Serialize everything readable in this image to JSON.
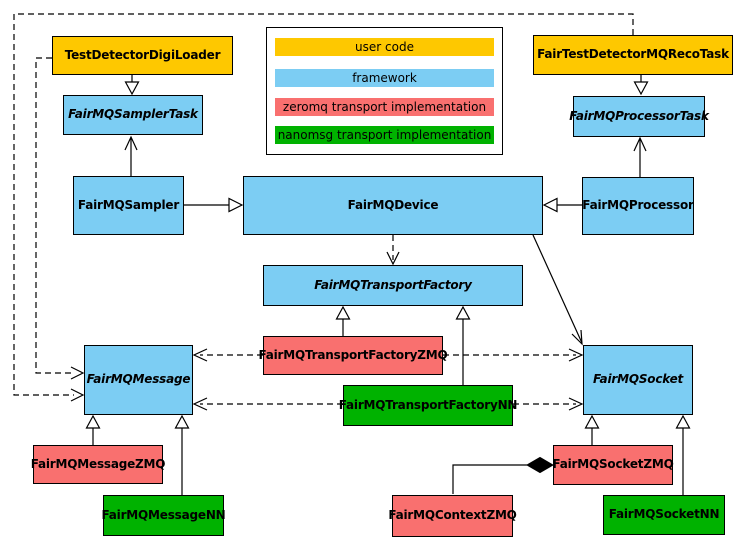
{
  "colors": {
    "user_code": "#fec800",
    "framework": "#7ccdf3",
    "zeromq": "#f9706f",
    "nanomsg": "#00b200",
    "border": "#000000",
    "background": "#ffffff"
  },
  "legend": {
    "items": [
      {
        "id": "user-code",
        "label": "user code",
        "color": "#fec800"
      },
      {
        "id": "framework",
        "label": "framework",
        "color": "#7ccdf3"
      },
      {
        "id": "zeromq",
        "label": "zeromq transport implementation",
        "color": "#f9706f"
      },
      {
        "id": "nanomsg",
        "label": "nanomsg transport implementation",
        "color": "#00b200"
      }
    ]
  },
  "nodes": {
    "digiLoader": {
      "label": "TestDetectorDigiLoader",
      "category": "user code",
      "abstract": false
    },
    "recoTask": {
      "label": "FairTestDetectorMQRecoTask",
      "category": "user code",
      "abstract": false
    },
    "samplerTask": {
      "label": "FairMQSamplerTask",
      "category": "framework",
      "abstract": true
    },
    "processorTask": {
      "label": "FairMQProcessorTask",
      "category": "framework",
      "abstract": true
    },
    "sampler": {
      "label": "FairMQSampler",
      "category": "framework",
      "abstract": false
    },
    "device": {
      "label": "FairMQDevice",
      "category": "framework",
      "abstract": false
    },
    "processor": {
      "label": "FairMQProcessor",
      "category": "framework",
      "abstract": false
    },
    "transportFactory": {
      "label": "FairMQTransportFactory",
      "category": "framework",
      "abstract": true
    },
    "message": {
      "label": "FairMQMessage",
      "category": "framework",
      "abstract": true
    },
    "socket": {
      "label": "FairMQSocket",
      "category": "framework",
      "abstract": true
    },
    "transportFactoryZMQ": {
      "label": "FairMQTransportFactoryZMQ",
      "category": "zeromq",
      "abstract": false
    },
    "transportFactoryNN": {
      "label": "FairMQTransportFactoryNN",
      "category": "nanomsg",
      "abstract": false
    },
    "messageZMQ": {
      "label": "FairMQMessageZMQ",
      "category": "zeromq",
      "abstract": false
    },
    "messageNN": {
      "label": "FairMQMessageNN",
      "category": "nanomsg",
      "abstract": false
    },
    "contextZMQ": {
      "label": "FairMQContextZMQ",
      "category": "zeromq",
      "abstract": false
    },
    "socketZMQ": {
      "label": "FairMQSocketZMQ",
      "category": "zeromq",
      "abstract": false
    },
    "socketNN": {
      "label": "FairMQSocketNN",
      "category": "nanomsg",
      "abstract": false
    }
  },
  "edges": [
    {
      "from": "TestDetectorDigiLoader",
      "to": "FairMQSamplerTask",
      "relation": "inheritance",
      "line": "solid"
    },
    {
      "from": "FairTestDetectorMQRecoTask",
      "to": "FairMQProcessorTask",
      "relation": "inheritance",
      "line": "solid"
    },
    {
      "from": "FairMQSampler",
      "to": "FairMQSamplerTask",
      "relation": "association",
      "line": "solid"
    },
    {
      "from": "FairMQProcessor",
      "to": "FairMQProcessorTask",
      "relation": "association",
      "line": "solid"
    },
    {
      "from": "FairMQSampler",
      "to": "FairMQDevice",
      "relation": "inheritance",
      "line": "solid"
    },
    {
      "from": "FairMQProcessor",
      "to": "FairMQDevice",
      "relation": "inheritance",
      "line": "solid"
    },
    {
      "from": "FairMQDevice",
      "to": "FairMQTransportFactory",
      "relation": "dependency",
      "line": "dashed"
    },
    {
      "from": "FairMQDevice",
      "to": "FairMQSocket",
      "relation": "association",
      "line": "solid"
    },
    {
      "from": "FairMQTransportFactoryZMQ",
      "to": "FairMQTransportFactory",
      "relation": "inheritance",
      "line": "solid"
    },
    {
      "from": "FairMQTransportFactoryNN",
      "to": "FairMQTransportFactory",
      "relation": "inheritance",
      "line": "solid"
    },
    {
      "from": "FairMQTransportFactoryZMQ",
      "to": "FairMQMessage",
      "relation": "dependency",
      "line": "dashed"
    },
    {
      "from": "FairMQTransportFactoryZMQ",
      "to": "FairMQSocket",
      "relation": "dependency",
      "line": "dashed"
    },
    {
      "from": "FairMQTransportFactoryNN",
      "to": "FairMQMessage",
      "relation": "dependency",
      "line": "dashed"
    },
    {
      "from": "FairMQTransportFactoryNN",
      "to": "FairMQSocket",
      "relation": "dependency",
      "line": "dashed"
    },
    {
      "from": "TestDetectorDigiLoader",
      "to": "FairMQMessage",
      "relation": "dependency",
      "line": "dashed"
    },
    {
      "from": "FairTestDetectorMQRecoTask",
      "to": "FairMQMessage",
      "relation": "dependency",
      "line": "dashed"
    },
    {
      "from": "FairMQMessageZMQ",
      "to": "FairMQMessage",
      "relation": "inheritance",
      "line": "solid"
    },
    {
      "from": "FairMQMessageNN",
      "to": "FairMQMessage",
      "relation": "inheritance",
      "line": "solid"
    },
    {
      "from": "FairMQSocketZMQ",
      "to": "FairMQSocket",
      "relation": "inheritance",
      "line": "solid"
    },
    {
      "from": "FairMQSocketNN",
      "to": "FairMQSocket",
      "relation": "inheritance",
      "line": "solid"
    },
    {
      "from": "FairMQSocketZMQ",
      "to": "FairMQContextZMQ",
      "relation": "composition",
      "line": "solid"
    }
  ]
}
